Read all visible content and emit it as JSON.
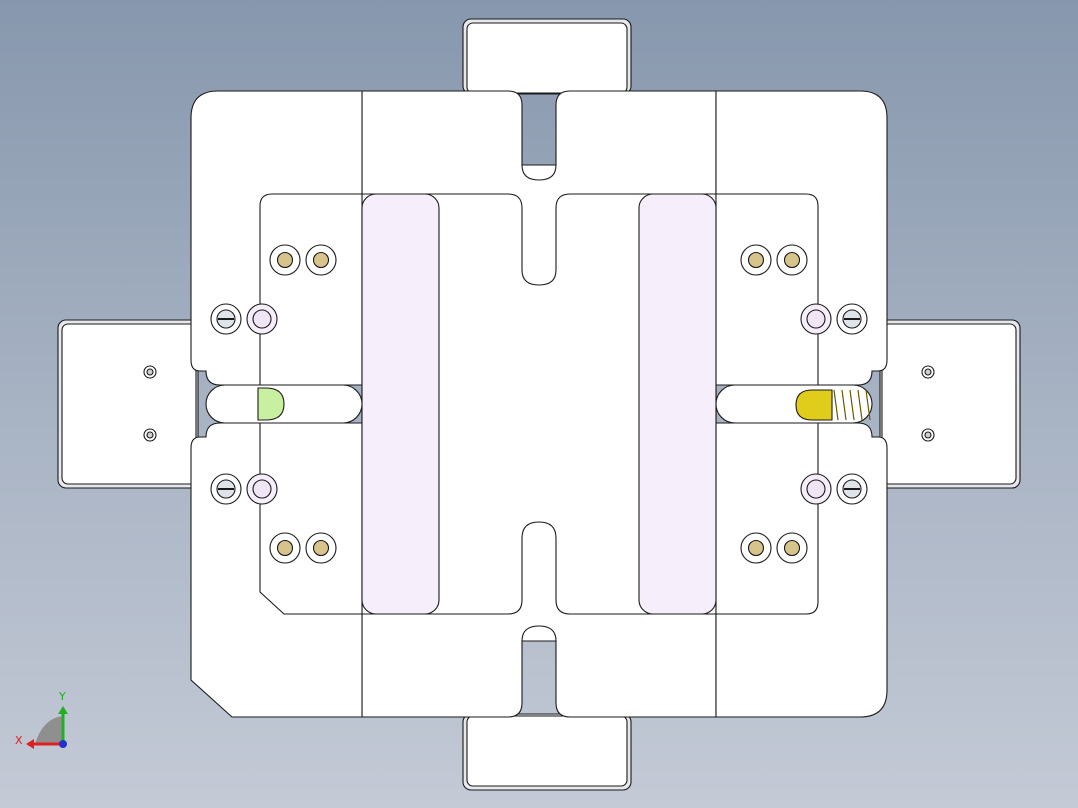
{
  "view": {
    "name": "cad-top-view",
    "colors": {
      "background_top": "#8797ad",
      "background_bottom": "#c4cad6",
      "part_fill": "#ffffff",
      "edge": "#1a1a1a",
      "pad_fill": "#f6eefa",
      "pin_fill": "#d6c48a",
      "left_cap_fill": "#c9f0a0",
      "right_spring_fill": "#e0cc1a"
    }
  },
  "triad": {
    "x_label": "X",
    "y_label": "Y",
    "x_color": "#e02020",
    "y_color": "#20b020",
    "z_color": "#2030d0"
  }
}
